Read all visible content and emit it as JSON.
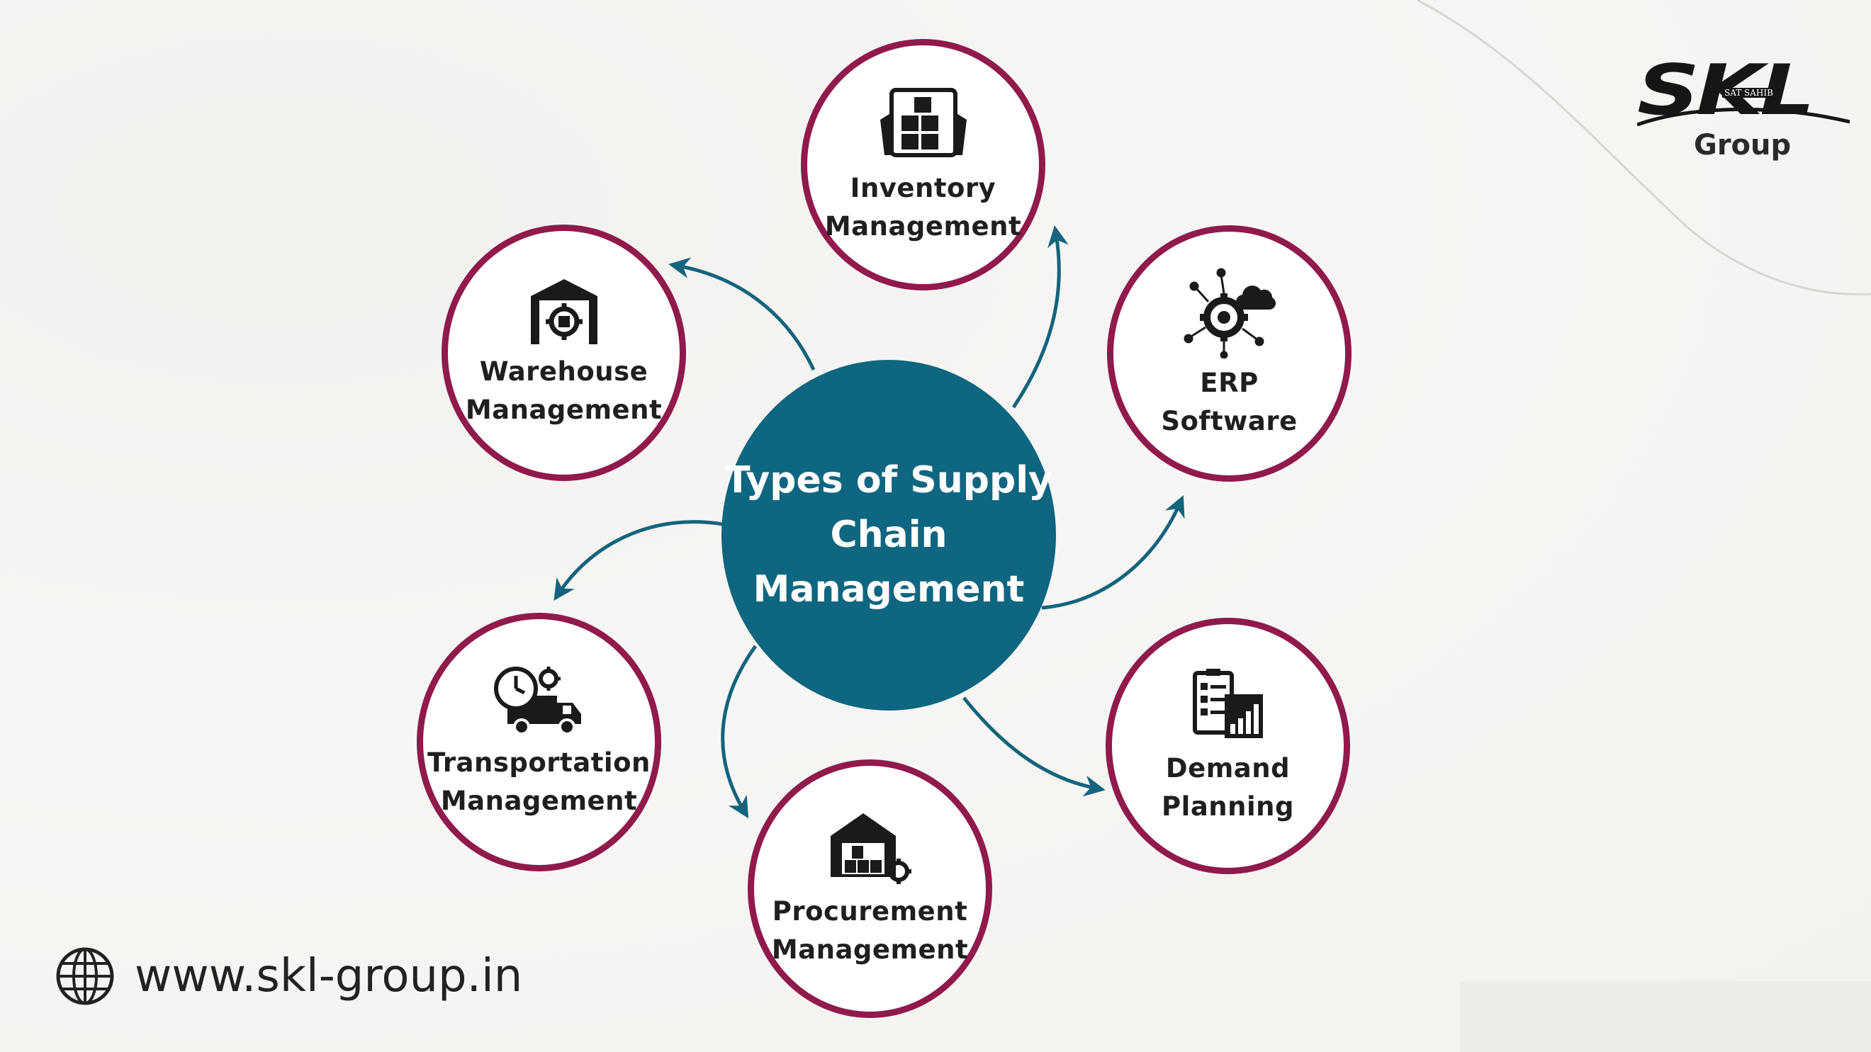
{
  "center": {
    "line1": "Types of Supply",
    "line2": "Chain",
    "line3": "Management"
  },
  "nodes": [
    {
      "id": "inventory",
      "line1": "Inventory",
      "line2": "Management",
      "icon": "inventory-tablet-boxes-icon"
    },
    {
      "id": "erp",
      "line1": "ERP",
      "line2": "Software",
      "icon": "gear-cloud-network-icon"
    },
    {
      "id": "demand",
      "line1": "Demand",
      "line2": "Planning",
      "icon": "checklist-chart-icon"
    },
    {
      "id": "procurement",
      "line1": "Procurement",
      "line2": "Management",
      "icon": "warehouse-gear-icon"
    },
    {
      "id": "transportation",
      "line1": "Transportation",
      "line2": "Management",
      "icon": "truck-clock-icon"
    },
    {
      "id": "warehouse",
      "line1": "Warehouse",
      "line2": "Management",
      "icon": "warehouse-box-gear-icon"
    }
  ],
  "logo": {
    "brand": "SKL",
    "tagline": "SAT SAHIB",
    "group": "Group"
  },
  "website": {
    "url": "www.skl-group.in",
    "icon": "globe-icon"
  },
  "colors": {
    "hub": "#0f6680",
    "ring": "#8f1a4b",
    "arrow": "#13647d"
  }
}
